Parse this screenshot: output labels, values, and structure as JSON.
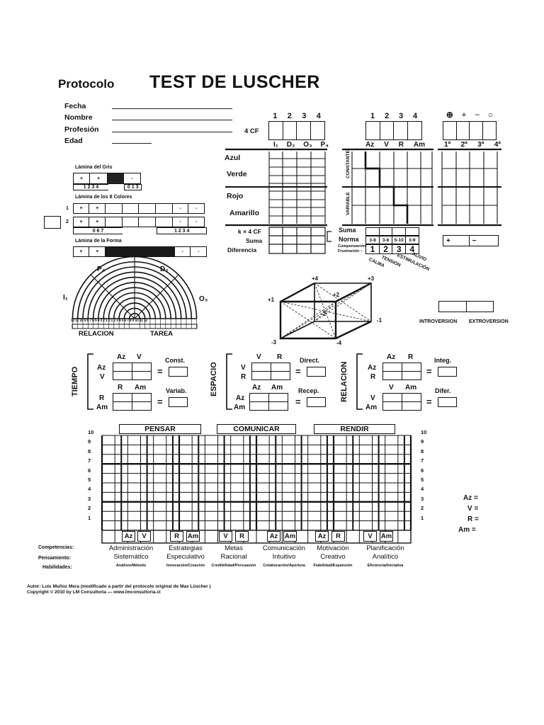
{
  "header": {
    "protocolo": "Protocolo",
    "title": "TEST DE LUSCHER"
  },
  "fields": {
    "fecha": "Fecha",
    "nombre": "Nombre",
    "profesion": "Profesión",
    "edad": "Edad"
  },
  "top": {
    "cols_1234": [
      "1",
      "2",
      "3",
      "4"
    ],
    "cf4": "4 CF",
    "idop": [
      "I₁",
      "D₂",
      "O₃",
      "P₄"
    ],
    "right_cols": [
      "1",
      "2",
      "3",
      "4"
    ],
    "azvram": [
      "Az",
      "V",
      "R",
      "Am"
    ],
    "signs": [
      "⊕",
      "+",
      "−",
      "○"
    ],
    "ordinals": [
      "1ª",
      "2ª",
      "3ª",
      "4ª"
    ]
  },
  "colors": {
    "azul": "Azul",
    "verde": "Verde",
    "rojo": "Rojo",
    "amarillo": "Amarillo"
  },
  "constante": "CONSTANTE",
  "variable": "VARIABLE",
  "lamina": {
    "gris": "Lámina del Gris",
    "gris_nums": "1 2 3 4",
    "gris_nums2": "0 1 3",
    "ocho": "Lámina de los 8 Colores",
    "row1": "1",
    "row2": "2",
    "nums_a": "0   6   7",
    "nums_b": "1   2   3   4",
    "forma": "Lámina de la Forma",
    "plus": "+",
    "minus": "-"
  },
  "kx4": {
    "k": "k × 4 CF",
    "suma": "Suma",
    "diferencia": "Diferencia"
  },
  "norma": {
    "suma": "Suma",
    "norma": "Norma",
    "compensacion": "Compensación +",
    "frustracion": "Frustración −",
    "ranges": [
      "3-8",
      "3-8",
      "5-10",
      "3-9"
    ],
    "nums": [
      "1",
      "2",
      "3",
      "4"
    ],
    "calma": "CALMA",
    "tension": "TENSIÓN",
    "estimulacion": "ESTIMULACIÓN",
    "alivio": "ALIVIO",
    "plus": "+",
    "minus": "−"
  },
  "semi": {
    "p4": "P₄",
    "d2": "D₂",
    "i1": "I₁",
    "o3": "O₃",
    "scale": "12 11 10 9 8 7 6 5 4 3 2 1 0 1 2 3 4 5 6 7 8 9 10 11 12",
    "relacion": "RELACION",
    "tarea": "TAREA"
  },
  "cube": {
    "p4": "+4",
    "p3": "+3",
    "p2": "+2",
    "p1": "+1",
    "m1": "-1",
    "m2": "-2",
    "m3": "-3",
    "m4": "-4"
  },
  "intro": {
    "introversion": "INTROVERSION",
    "extroversion": "EXTROVERSION"
  },
  "tiempo": {
    "label": "TIEMPO",
    "az": "Az",
    "v": "V",
    "r": "R",
    "am": "Am",
    "const": "Const.",
    "variab": "Variab.",
    "eq": "="
  },
  "espacio": {
    "label": "ESPACIO",
    "v": "V",
    "r": "R",
    "az": "Az",
    "am": "Am",
    "direct": "Direct.",
    "recep": "Recep.",
    "eq": "="
  },
  "relacion": {
    "label": "RELACION",
    "az": "Az",
    "r": "R",
    "v": "V",
    "am": "Am",
    "integ": "Integ.",
    "difer": "Difer.",
    "eq": "="
  },
  "grid": {
    "headers": [
      "PENSAR",
      "COMUNICAR",
      "RENDIR"
    ],
    "y_labels": [
      "10",
      "9",
      "8",
      "7",
      "6",
      "5",
      "4",
      "3",
      "2",
      "1"
    ],
    "bottom": [
      "Az",
      "V",
      "R",
      "Am",
      "V",
      "R",
      "Az",
      "Am",
      "Az",
      "R",
      "V",
      "Am"
    ],
    "competencias": "Competencias:",
    "pensamiento": "Pensamiento:",
    "habilidades": "Habilidades:",
    "comp": [
      "Administración",
      "Estrategias",
      "Metas",
      "Comunicación",
      "Motivación",
      "Planificación"
    ],
    "pens": [
      "Sistemático",
      "Especulativo",
      "Racional",
      "Intuitivo",
      "Creativo",
      "Analítico"
    ],
    "hab": [
      "Análisis/Método",
      "Innovación/Creación",
      "Credibilidad/Persuasión",
      "Colaboración/Apertura",
      "Fiabilidad/Expansión",
      "Eficiencia/Iniciativa"
    ]
  },
  "totals": {
    "az": "Az =",
    "v": "V =",
    "r": "R =",
    "am": "Am ="
  },
  "footer": {
    "autor": "Autor:  Luis Muñoz Mera (modificado a partir del protocolo original de Max Lüscher )",
    "copyright": "Copyright © 2010 by LM Consultoria  —  www.lmconsultoria.cl"
  }
}
